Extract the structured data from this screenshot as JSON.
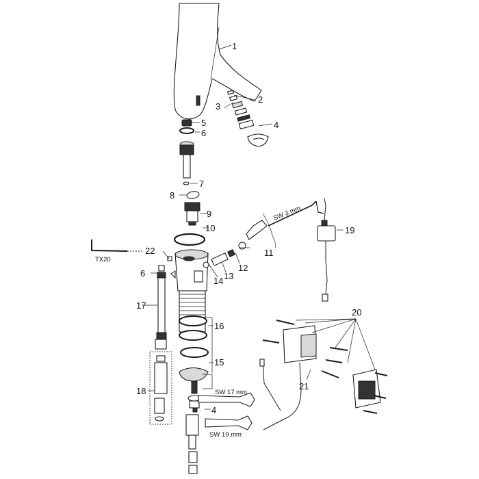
{
  "labels": {
    "p1": "1",
    "p2": "2",
    "p3": "3",
    "p4a": "4",
    "p5": "5",
    "p6a": "6",
    "p7": "7",
    "p8": "8",
    "p9": "9",
    "p10": "10",
    "p11": "11",
    "p12": "12",
    "p13": "13",
    "p14": "14",
    "p15": "15",
    "p16": "16",
    "p17": "17",
    "p18": "18",
    "p19": "19",
    "p20": "20",
    "p21": "21",
    "p22": "22",
    "p6b": "6",
    "p4b": "4"
  },
  "tools": {
    "hex_key": "SW 3 mm",
    "torx": "TX20",
    "wrench_17": "SW 17 mm",
    "wrench_19": "SW 19 mm"
  }
}
